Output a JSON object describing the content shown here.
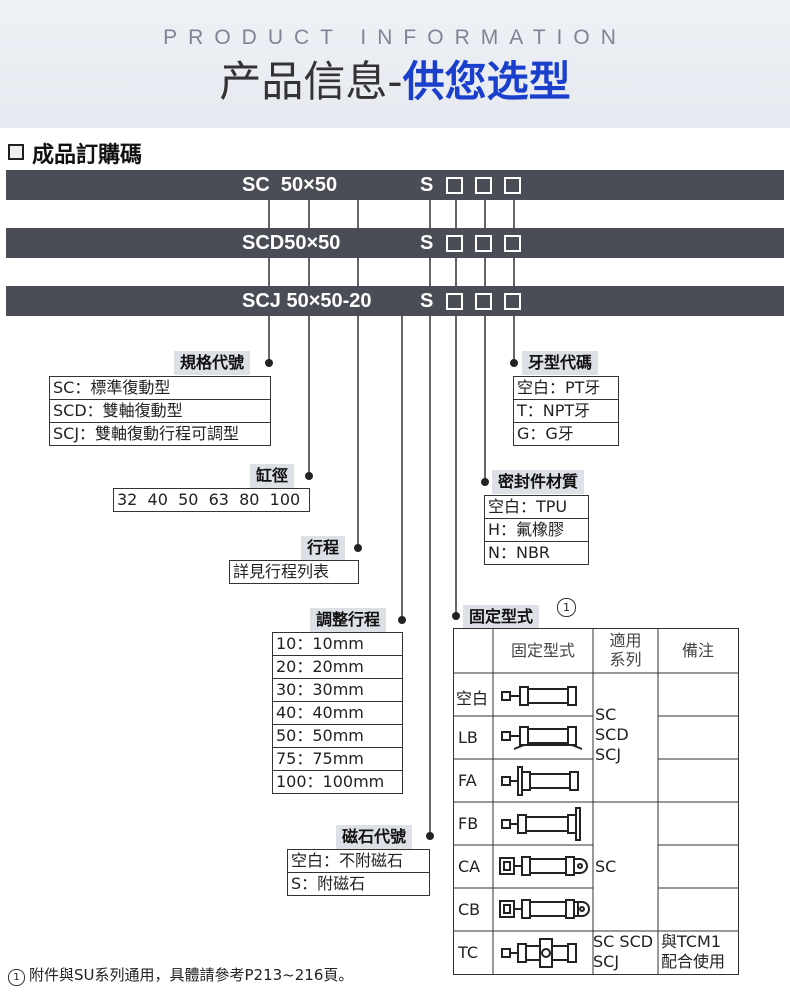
{
  "header": {
    "eng": "PRODUCT INFORMATION",
    "title1": "产品信息-",
    "title2": "供您选型"
  },
  "section_title": "成品訂購碼",
  "codes": {
    "sc": "SC  50×50",
    "scd": "SCD50×50",
    "scj": "SCJ 50×50-20",
    "s": "S"
  },
  "spec": {
    "label": "規格代號",
    "rows": [
      "SC：標準復動型",
      "SCD：雙軸復動型",
      "SCJ：雙軸復動行程可調型"
    ]
  },
  "bore": {
    "label": "缸徑",
    "value": "32  40  50  63  80  100"
  },
  "stroke": {
    "label": "行程",
    "value": "詳見行程列表"
  },
  "adjust": {
    "label": "調整行程",
    "rows": [
      "10：10mm",
      "20：20mm",
      "30：30mm",
      "40：40mm",
      "50：50mm",
      "75：75mm",
      "100：100mm"
    ]
  },
  "magnet": {
    "label": "磁石代號",
    "rows": [
      "空白：不附磁石",
      "S：附磁石"
    ]
  },
  "thread": {
    "label": "牙型代碼",
    "rows": [
      "空白：PT牙",
      "T：NPT牙",
      "G：G牙"
    ]
  },
  "seal": {
    "label": "密封件材質",
    "rows": [
      "空白：TPU",
      "H：氟橡膠",
      "N：NBR"
    ]
  },
  "mount": {
    "label": "固定型式",
    "circle": "1",
    "headers": [
      "固定型式",
      "適用\n系列",
      "備注"
    ],
    "rows": [
      {
        "code": "空白"
      },
      {
        "code": "LB"
      },
      {
        "code": "FA"
      },
      {
        "code": "FB"
      },
      {
        "code": "CA"
      },
      {
        "code": "CB"
      },
      {
        "code": "TC"
      }
    ],
    "series_group1": "SC\nSCD\nSCJ",
    "series_group2": "SC",
    "series_tc": "SC SCD\nSCJ",
    "remark_tc": "與TCM1\n配合使用"
  },
  "footnote": "附件與SU系列通用，具體請參考P213~216頁。",
  "footnote_circle": "1"
}
